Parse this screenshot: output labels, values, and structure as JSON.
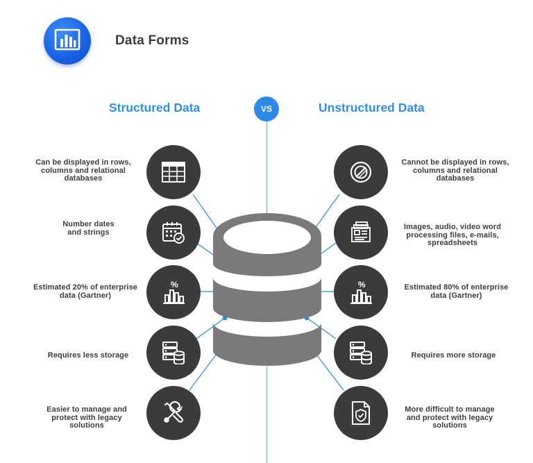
{
  "header": {
    "title": "Data Forms",
    "logo_icon": "bar-chart-icon",
    "accent_color": "#2f8fe3"
  },
  "comparison": {
    "vs_label": "VS",
    "structured": {
      "title": "Structured Data",
      "items": [
        {
          "icon": "table-icon",
          "lines": [
            "Can be displayed in rows,",
            "columns and relational",
            "databases"
          ]
        },
        {
          "icon": "calendar-check-icon",
          "lines": [
            "Number dates",
            "and strings"
          ]
        },
        {
          "icon": "percent-bar-chart-icon",
          "lines": [
            "Estimated 20% of enterprise",
            "data (Gartner)"
          ]
        },
        {
          "icon": "server-database-icon",
          "lines": [
            "Requires less storage"
          ]
        },
        {
          "icon": "wrench-screwdriver-icon",
          "lines": [
            "Easier to manage and",
            "protect with legacy",
            "solutions"
          ]
        }
      ]
    },
    "unstructured": {
      "title": "Unstructured Data",
      "items": [
        {
          "icon": "no-grid-icon",
          "lines": [
            "Cannot be displayed in rows,",
            "columns and relational",
            "databases"
          ]
        },
        {
          "icon": "documents-stack-icon",
          "lines": [
            "Images, audio, video word",
            "processing files, e-mails,",
            "spreadsheets"
          ]
        },
        {
          "icon": "percent-bar-chart-icon",
          "lines": [
            "Estimated 80% of enterprise",
            "data (Gartner)"
          ]
        },
        {
          "icon": "server-database-icon",
          "lines": [
            "Requires more storage"
          ]
        },
        {
          "icon": "shield-document-icon",
          "lines": [
            "More difficult to manage",
            "and protect with legacy",
            "solutions"
          ]
        }
      ]
    }
  },
  "colors": {
    "icon_circle": "#3b3b3b",
    "database": "#7a7a7a",
    "connector": "#2e8ae6"
  }
}
